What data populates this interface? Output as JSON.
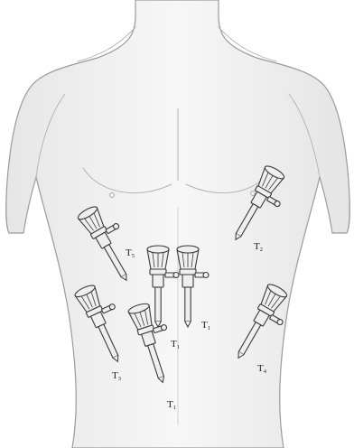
{
  "colors": {
    "background": "#ffffff",
    "skin": "#f4f4f4",
    "skin_outline": "#9a9a9a",
    "trocar_fill": "#efefef",
    "trocar_stroke": "#3a3a3a",
    "label_text": "#222222"
  },
  "trocars": [
    {
      "id": "t5-left-upper",
      "letter": "T",
      "sub": "5",
      "angle": -30,
      "valve": "open"
    },
    {
      "id": "t1-center-a",
      "letter": "T",
      "sub": "1",
      "angle": 0,
      "valve": "open"
    },
    {
      "id": "t1-center-b",
      "letter": "T",
      "sub": "1",
      "angle": 0,
      "valve": "open"
    },
    {
      "id": "t2-right-upper",
      "letter": "T",
      "sub": "2",
      "angle": 30,
      "valve": "open"
    },
    {
      "id": "t3-left-lower",
      "letter": "T",
      "sub": "3",
      "angle": -25,
      "valve": "open"
    },
    {
      "id": "t1-lower",
      "letter": "T",
      "sub": "1",
      "angle": -18,
      "valve": "open"
    },
    {
      "id": "t4-right-lower",
      "letter": "T",
      "sub": "4",
      "angle": 30,
      "valve": "open"
    }
  ]
}
